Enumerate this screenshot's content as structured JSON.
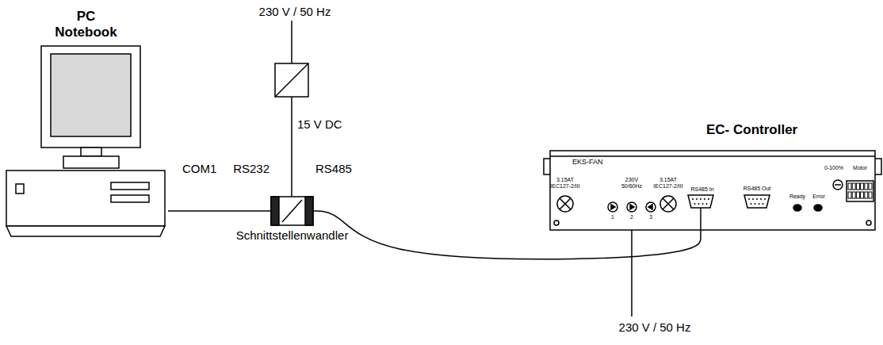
{
  "diagram": {
    "nodes": [
      {
        "text": [
          "PC Notebook"
        ]
      },
      {
        "text": [
          "Schnittstellenwandler"
        ]
      },
      {
        "text": [
          "EC- Controller",
          "EKS-FAN"
        ]
      }
    ],
    "edges": [
      {
        "from": 0,
        "to": 1,
        "arrow": "none"
      },
      {
        "from": 1,
        "to": 2,
        "arrow": "none"
      }
    ],
    "labels": [
      "230 V / 50 Hz",
      "15 V DC",
      "COM1",
      "RS232",
      "RS485",
      "3.15AT",
      "IEC127-2/III",
      "230V",
      "50/60Hz",
      "1",
      "2",
      "3",
      "3.15AT",
      "IEC127-2/III",
      "RS485 In",
      "RS485 Out",
      "Ready",
      "Error",
      "0-100%",
      "Motor",
      "230 V / 50 Hz"
    ]
  }
}
